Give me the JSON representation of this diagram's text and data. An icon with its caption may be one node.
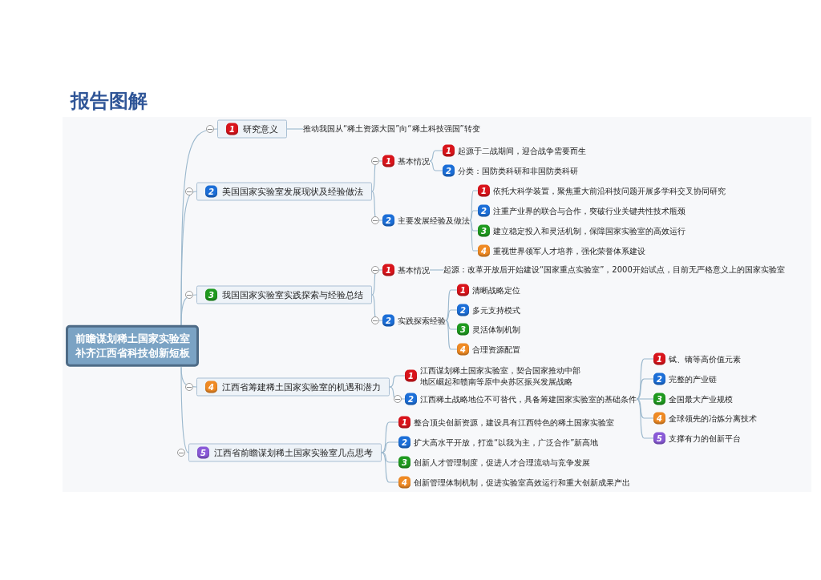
{
  "diagram": {
    "title": "报告图解",
    "nodes": [
      {
        "text": [
          "前瞻谋划稀土国家实验室补齐江西省科技创新短板"
        ]
      },
      {
        "text": [
          "1",
          "研究意义"
        ]
      },
      {
        "text": [
          "推动我国从“稀土资源大国”向“稀土科技强国”转变"
        ]
      },
      {
        "text": [
          "2",
          "美国国家实验室发展现状及经验做法"
        ]
      },
      {
        "text": [
          "1",
          "基本情况"
        ]
      },
      {
        "text": [
          "1",
          "起源于二战期间，迎合战争需要而生"
        ]
      },
      {
        "text": [
          "2",
          "分类：国防类科研和非国防类科研"
        ]
      },
      {
        "text": [
          "2",
          "主要发展经验及做法"
        ]
      },
      {
        "text": [
          "1",
          "依托大科学装置，聚焦重大前沿科技问题开展多学科交叉协同研究"
        ]
      },
      {
        "text": [
          "2",
          "注重产业界的联合与合作，突破行业关键共性技术瓶颈"
        ]
      },
      {
        "text": [
          "3",
          "建立稳定投入和灵活机制，保障国家实验室的高效运行"
        ]
      },
      {
        "text": [
          "4",
          "重视世界领军人才培养，强化荣誉体系建设"
        ]
      },
      {
        "text": [
          "3",
          "我国国家实验室实践探索与经验总结"
        ]
      },
      {
        "text": [
          "1",
          "基本情况"
        ]
      },
      {
        "text": [
          "起源：改革开放后开始建设“国家重点实验室”，2000开始试点，目前无严格意义上的国家实验室"
        ]
      },
      {
        "text": [
          "2",
          "实践探索经验"
        ]
      },
      {
        "text": [
          "1",
          "清晰战略定位"
        ]
      },
      {
        "text": [
          "2",
          "多元支持模式"
        ]
      },
      {
        "text": [
          "3",
          "灵活体制机制"
        ]
      },
      {
        "text": [
          "4",
          "合理资源配置"
        ]
      },
      {
        "text": [
          "4",
          "江西省筹建稀土国家实验室的机遇和潜力"
        ]
      },
      {
        "text": [
          "1",
          "江西谋划稀土国家实验室，契合国家推动中部地区崛起和赣南等原中央苏区振兴发展战略"
        ]
      },
      {
        "text": [
          "2",
          "江西稀土战略地位不可替代，具备筹建国家实验室的基础条件"
        ]
      },
      {
        "text": [
          "1",
          "铽、镝等高价值元素"
        ]
      },
      {
        "text": [
          "2",
          "完整的产业链"
        ]
      },
      {
        "text": [
          "3",
          "全国最大产业规模"
        ]
      },
      {
        "text": [
          "4",
          "全球领先的冶炼分离技术"
        ]
      },
      {
        "text": [
          "5",
          "支撑有力的创新平台"
        ]
      },
      {
        "text": [
          "5",
          "江西省前瞻谋划稀土国家实验室几点思考"
        ]
      },
      {
        "text": [
          "1",
          "整合顶尖创新资源，建设具有江西特色的稀土国家实验室"
        ]
      },
      {
        "text": [
          "2",
          "扩大高水平开放，打造“以我为主，广泛合作”新高地"
        ]
      },
      {
        "text": [
          "3",
          "创新人才管理制度，促进人才合理流动与竞争发展"
        ]
      },
      {
        "text": [
          "4",
          "创新管理体制机制，促进实验室高效运行和重大创新成果产出"
        ]
      }
    ],
    "edges": [
      {
        "from": 0,
        "to": 1,
        "arrow": "none"
      },
      {
        "from": 0,
        "to": 3,
        "arrow": "none"
      },
      {
        "from": 0,
        "to": 12,
        "arrow": "none"
      },
      {
        "from": 0,
        "to": 20,
        "arrow": "none"
      },
      {
        "from": 0,
        "to": 28,
        "arrow": "none"
      },
      {
        "from": 1,
        "to": 2,
        "arrow": "none"
      },
      {
        "from": 3,
        "to": 4,
        "arrow": "none"
      },
      {
        "from": 3,
        "to": 7,
        "arrow": "none"
      },
      {
        "from": 4,
        "to": 5,
        "arrow": "none"
      },
      {
        "from": 4,
        "to": 6,
        "arrow": "none"
      },
      {
        "from": 7,
        "to": 8,
        "arrow": "none"
      },
      {
        "from": 7,
        "to": 9,
        "arrow": "none"
      },
      {
        "from": 7,
        "to": 10,
        "arrow": "none"
      },
      {
        "from": 7,
        "to": 11,
        "arrow": "none"
      },
      {
        "from": 12,
        "to": 13,
        "arrow": "none"
      },
      {
        "from": 12,
        "to": 15,
        "arrow": "none"
      },
      {
        "from": 13,
        "to": 14,
        "arrow": "none"
      },
      {
        "from": 15,
        "to": 16,
        "arrow": "none"
      },
      {
        "from": 15,
        "to": 17,
        "arrow": "none"
      },
      {
        "from": 15,
        "to": 18,
        "arrow": "none"
      },
      {
        "from": 15,
        "to": 19,
        "arrow": "none"
      },
      {
        "from": 20,
        "to": 21,
        "arrow": "none"
      },
      {
        "from": 20,
        "to": 22,
        "arrow": "none"
      },
      {
        "from": 22,
        "to": 23,
        "arrow": "none"
      },
      {
        "from": 22,
        "to": 24,
        "arrow": "none"
      },
      {
        "from": 22,
        "to": 25,
        "arrow": "none"
      },
      {
        "from": 22,
        "to": 26,
        "arrow": "none"
      },
      {
        "from": 22,
        "to": 27,
        "arrow": "none"
      },
      {
        "from": 28,
        "to": 29,
        "arrow": "none"
      },
      {
        "from": 28,
        "to": 30,
        "arrow": "none"
      },
      {
        "from": 28,
        "to": 31,
        "arrow": "none"
      },
      {
        "from": 28,
        "to": 32,
        "arrow": "none"
      }
    ]
  }
}
